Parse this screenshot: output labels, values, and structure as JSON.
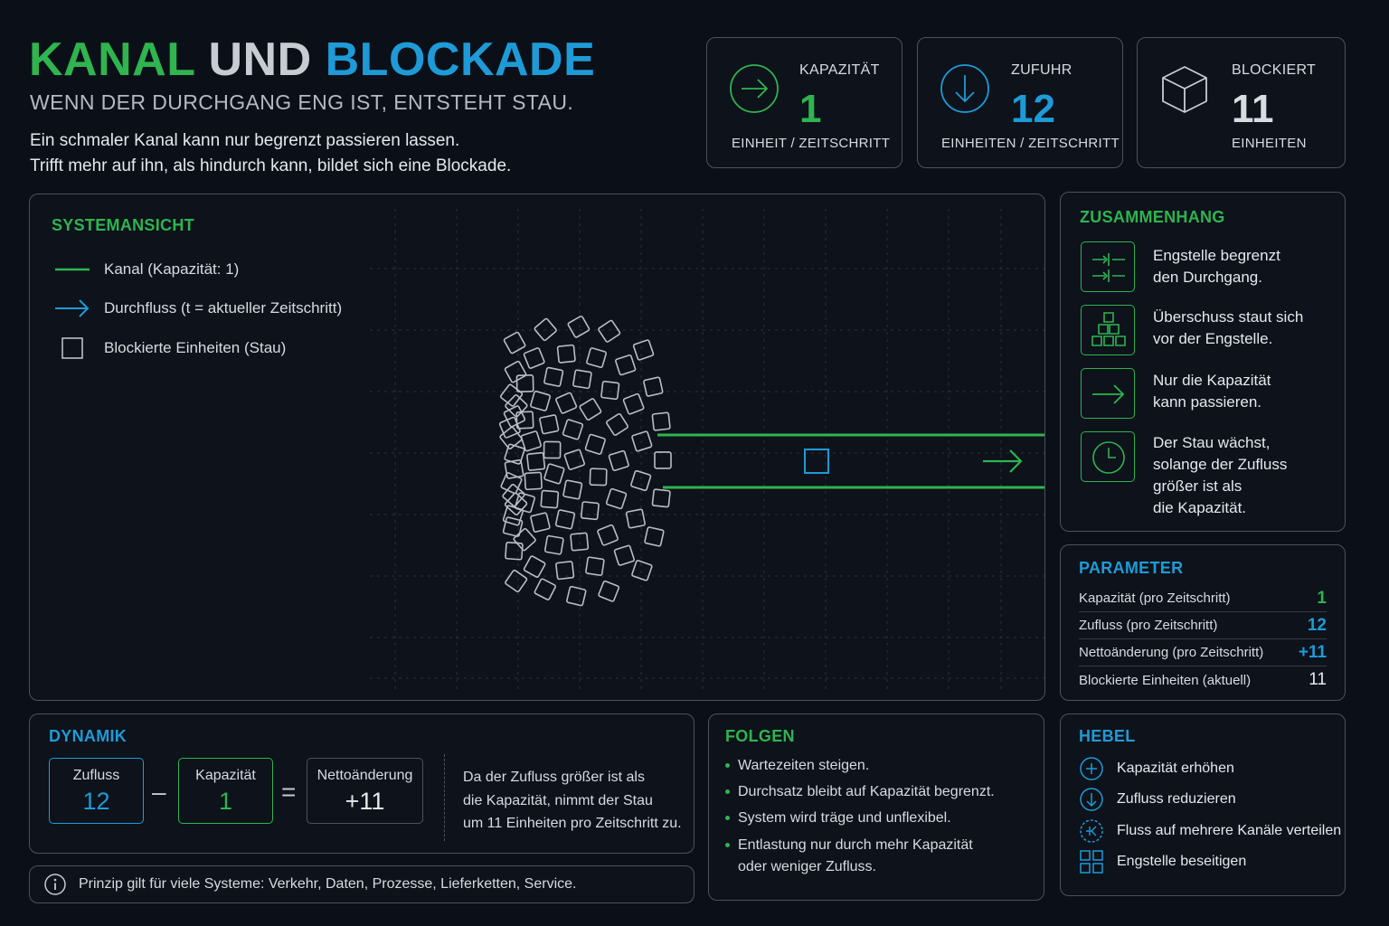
{
  "header": {
    "title_word1": "KANAL",
    "title_word2": "UND",
    "title_word3": "BLOCKADE",
    "subtitle": "WENN DER DURCHGANG ENG IST, ENTSTEHT STAU.",
    "intro_line1": "Ein schmaler Kanal kann nur begrenzt passieren lassen.",
    "intro_line2": "Trifft mehr auf ihn, als hindurch kann, bildet sich eine Blockade."
  },
  "kpis": [
    {
      "label": "KAPAZITÄT",
      "value": "1",
      "unit": "EINHEIT / ZEITSCHRITT",
      "icon": "arrow-right-circle-icon",
      "color": "#2fb44f"
    },
    {
      "label": "ZUFUHR",
      "value": "12",
      "unit": "EINHEITEN / ZEITSCHRITT",
      "icon": "arrow-down-circle-icon",
      "color": "#1e9bd7"
    },
    {
      "label": "BLOCKIERT",
      "value": "11",
      "unit": "EINHEITEN",
      "icon": "cube-icon",
      "color": "#d8dbe0"
    }
  ],
  "system": {
    "title": "SYSTEMANSICHT",
    "legend": {
      "channel": "Kanal (Kapazität: 1)",
      "flow": "Durchfluss (t = aktueller Zeitschritt)",
      "blocked": "Blockierte Einheiten (Stau)"
    },
    "blocked_units_drawn": 95
  },
  "zusammenhang": {
    "title": "ZUSAMMENHANG",
    "items": [
      {
        "icon": "bottleneck-icon",
        "line1": "Engstelle begrenzt",
        "line2": "den Durchgang."
      },
      {
        "icon": "stacked-boxes-icon",
        "line1": "Überschuss staut sich",
        "line2": "vor der Engstelle."
      },
      {
        "icon": "arrow-right-icon",
        "line1": "Nur die Kapazität",
        "line2": "kann passieren."
      },
      {
        "icon": "clock-icon",
        "line1": "Der Stau wächst,",
        "line2": "solange der Zufluss",
        "line3": "größer ist als",
        "line4": "die Kapazität."
      }
    ]
  },
  "parameter": {
    "title": "PARAMETER",
    "rows": [
      {
        "label": "Kapazität (pro Zeitschritt)",
        "value": "1",
        "color": "#2fb44f"
      },
      {
        "label": "Zufluss (pro Zeitschritt)",
        "value": "12",
        "color": "#1e9bd7"
      },
      {
        "label": "Nettoänderung (pro Zeitschritt)",
        "value": "+11",
        "color": "#1e9bd7"
      },
      {
        "label": "Blockierte Einheiten (aktuell)",
        "value": "11",
        "color": "#e6e8ec"
      }
    ]
  },
  "dynamik": {
    "title": "DYNAMIK",
    "zufluss_label": "Zufluss",
    "zufluss_value": "12",
    "minus": "–",
    "kapazitaet_label": "Kapazität",
    "kapazitaet_value": "1",
    "equals": "=",
    "netto_label": "Nettoänderung",
    "netto_value": "+11",
    "explanation_line1": "Da der Zufluss größer ist als",
    "explanation_line2": "die Kapazität, nimmt der Stau",
    "explanation_line3": "um 11 Einheiten pro Zeitschritt zu."
  },
  "info": {
    "icon": "info-icon",
    "text": "Prinzip gilt für viele Systeme: Verkehr, Daten, Prozesse, Lieferketten, Service."
  },
  "folgen": {
    "title": "FOLGEN",
    "item1": "Wartezeiten steigen.",
    "item2": "Durchsatz bleibt auf Kapazität begrenzt.",
    "item3": "System wird träge und unflexibel.",
    "item4_line1": "Entlastung nur durch mehr Kapazität",
    "item4_line2": "oder weniger Zufluss."
  },
  "hebel": {
    "title": "HEBEL",
    "items": [
      {
        "icon": "plus-circle-icon",
        "label": "Kapazität erhöhen"
      },
      {
        "icon": "arrow-down-circle-icon",
        "label": "Zufluss reduzieren"
      },
      {
        "icon": "split-flow-icon",
        "label": "Fluss auf mehrere Kanäle verteilen"
      },
      {
        "icon": "grid-icon",
        "label": "Engstelle beseitigen"
      }
    ]
  },
  "colors": {
    "green": "#2fb44f",
    "blue": "#1e9bd7",
    "background": "#0b1018",
    "border": "#4b5260"
  }
}
